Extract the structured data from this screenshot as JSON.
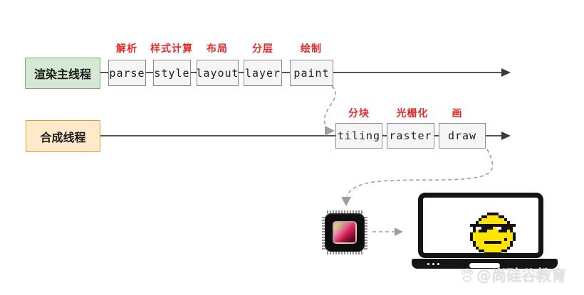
{
  "pipeline": {
    "main_thread": {
      "label": "渲染主线程",
      "stages": [
        {
          "name": "parse",
          "cn_label": "解析"
        },
        {
          "name": "style",
          "cn_label": "样式计算"
        },
        {
          "name": "layout",
          "cn_label": "布局"
        },
        {
          "name": "layer",
          "cn_label": "分层"
        },
        {
          "name": "paint",
          "cn_label": "绘制"
        }
      ]
    },
    "compositor_thread": {
      "label": "合成线程",
      "stages": [
        {
          "name": "tiling",
          "cn_label": "分块"
        },
        {
          "name": "raster",
          "cn_label": "光栅化"
        },
        {
          "name": "draw",
          "cn_label": "画"
        }
      ]
    }
  },
  "icons": {
    "gpu": "gpu-chip-icon",
    "display": "laptop-icon",
    "screen_content": "pixel-smiley-sunglasses-icon",
    "watermark_icon": "paw-icon"
  },
  "watermark": {
    "text": "@尚硅谷教育"
  },
  "colors": {
    "main_thread_fill": "#d5e8d4",
    "main_thread_border": "#7cab63",
    "compositor_fill": "#ffe9c9",
    "compositor_border": "#d8a23a",
    "stage_fill": "#f5f5f5",
    "stage_border": "#8a8a8a",
    "cn_label_red": "#e12b2b",
    "arrow_black": "#3b3b3b",
    "dashed_gray": "#9d9d9d",
    "smiley_yellow": "#ffe400"
  }
}
